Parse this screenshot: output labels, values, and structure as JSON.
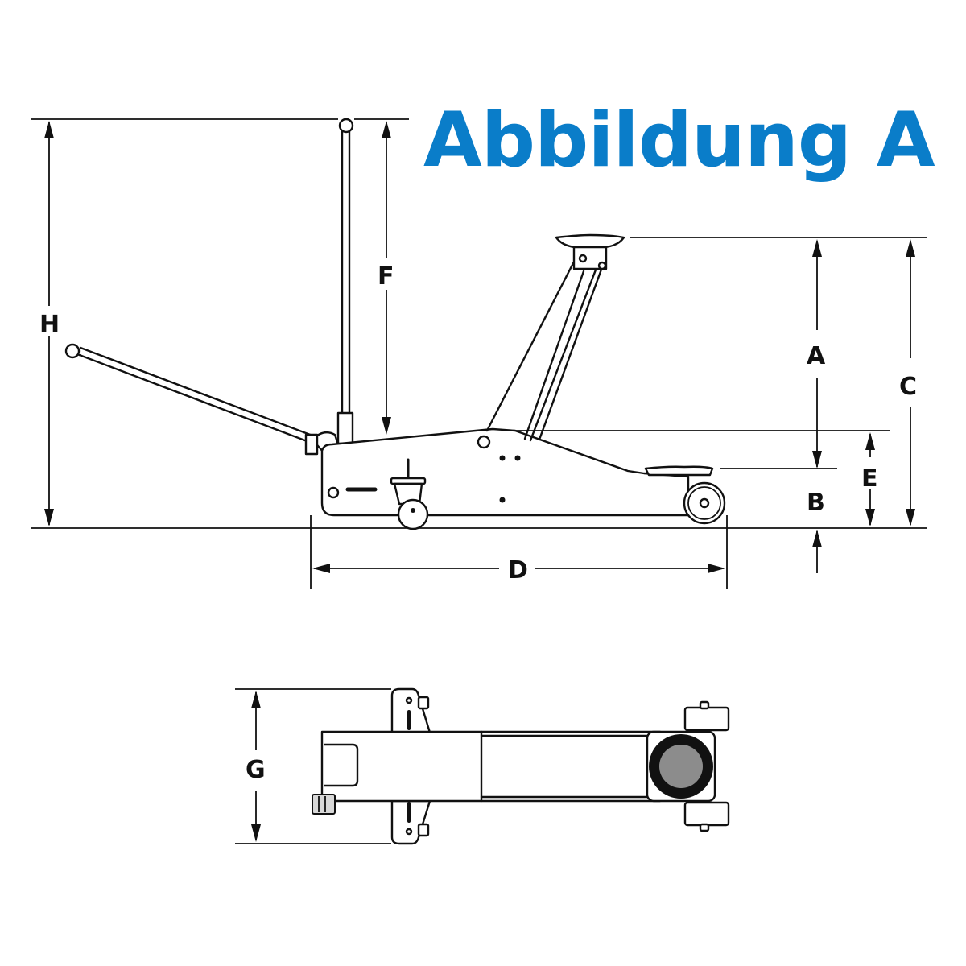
{
  "title": "Abbildung A",
  "colors": {
    "title": "#0a7dc9",
    "line": "#111111",
    "background": "#ffffff",
    "saddle_pad": "#8c8c8c"
  },
  "side_view": {
    "dimension_labels": {
      "A": "A",
      "B": "B",
      "C": "C",
      "D": "D",
      "E": "E",
      "F": "F",
      "H": "H"
    }
  },
  "top_view": {
    "dimension_labels": {
      "G": "G"
    }
  }
}
